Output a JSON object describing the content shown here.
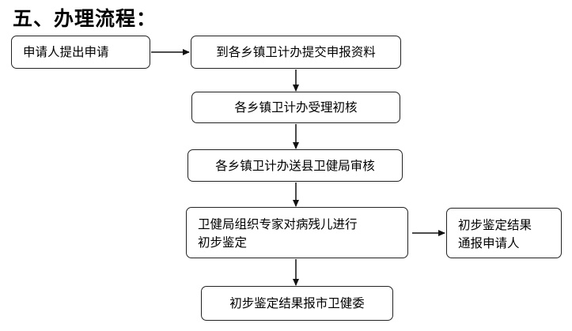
{
  "title": "五、办理流程：",
  "steps": {
    "apply": "申请人提出申请",
    "submit": "到各乡镇卫计办提交申报资料",
    "accept": "各乡镇卫计办受理初核",
    "send": "各乡镇卫计办送县卫健局审核",
    "organize_line1": "卫健局组织专家对病残儿进行",
    "organize_line2": "初步鉴定",
    "notify_line1": "初步鉴定结果",
    "notify_line2": "通报申请人",
    "report": "初步鉴定结果报市卫健委"
  }
}
